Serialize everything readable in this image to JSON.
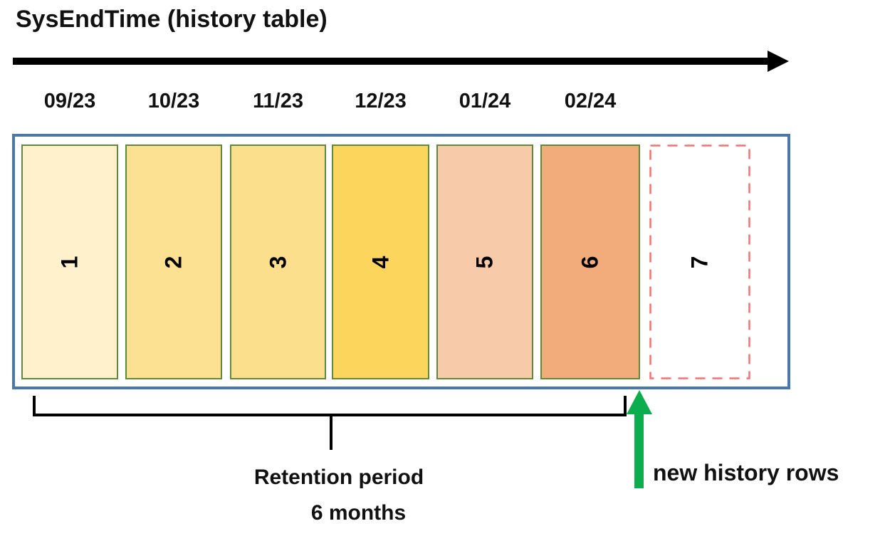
{
  "title": "SysEndTime (history table)",
  "timeline": {
    "arrow_color": "#000000",
    "months": [
      "09/23",
      "10/23",
      "11/23",
      "12/23",
      "01/24",
      "02/24"
    ]
  },
  "history_table": {
    "container_border_color": "#4979A8",
    "partition_border_color": "#5E8A3A",
    "partitions": [
      {
        "label": "1",
        "fill": "#FEF1CC",
        "border": "#5E8A3A"
      },
      {
        "label": "2",
        "fill": "#FCE193",
        "border": "#5E8A3A"
      },
      {
        "label": "3",
        "fill": "#FBDF8C",
        "border": "#5E8A3A"
      },
      {
        "label": "4",
        "fill": "#FBD55C",
        "border": "#5E8A3A"
      },
      {
        "label": "5",
        "fill": "#F7CBA9",
        "border": "#5E8A3A"
      },
      {
        "label": "6",
        "fill": "#F2AC7C",
        "border": "#5E8A3A"
      },
      {
        "label": "7",
        "fill": "#FFFFFF",
        "border": "#F97070",
        "dashed": true
      }
    ]
  },
  "annotations": {
    "retention": {
      "line1": "Retention period",
      "line2": "6 months",
      "color": "#000000"
    },
    "new_rows": {
      "label": "new history rows",
      "arrow_color": "#0CAD4D"
    }
  }
}
